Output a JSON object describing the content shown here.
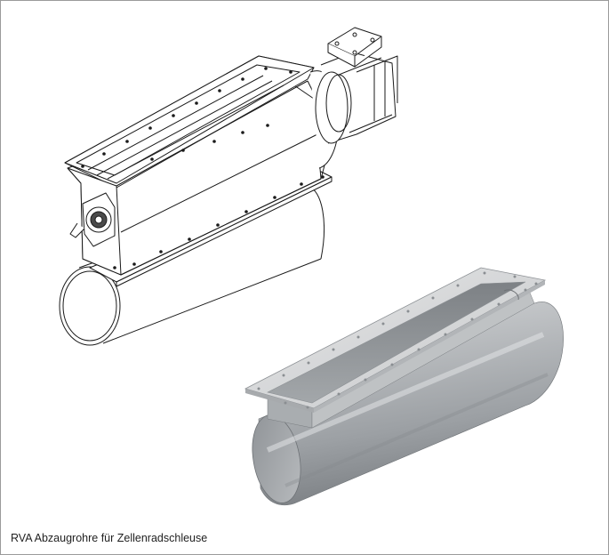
{
  "caption": "RVA Abzaugrohre für Zellenradschleuse",
  "colors": {
    "frame_border": "#9a9a9a",
    "line_art": "#1a1a1a",
    "steel_light": "#c9cbcd",
    "steel_mid": "#9ea2a6",
    "steel_dark": "#6e7276"
  },
  "icons": {
    "top_figure": "rotary-valve-with-pipe-line-drawing",
    "bottom_figure": "extraction-pipe-rendered"
  }
}
